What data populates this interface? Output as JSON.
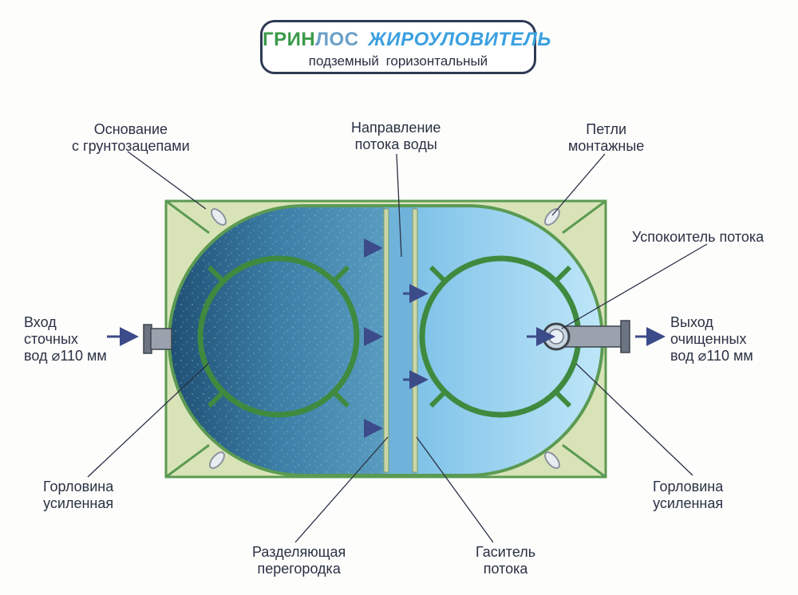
{
  "title": {
    "brand_part1": "ГРИН",
    "brand_part2": "ЛОС",
    "product": "ЖИРОУЛОВИТЕЛЬ",
    "subtitle": "подземный  горизонтальный"
  },
  "labels": {
    "base": [
      "Основание",
      "с грунтозацепами"
    ],
    "flow_direction": [
      "Направление",
      "потока воды"
    ],
    "mounting_loops": [
      "Петли",
      "монтажные"
    ],
    "flow_calmer": [
      "Успокоитель потока"
    ],
    "inlet": [
      "Вход",
      "сточных",
      "вод ⌀110 мм"
    ],
    "outlet": [
      "Выход",
      "очищенных",
      "вод ⌀110 мм"
    ],
    "neck_left": [
      "Горловина",
      "усиленная"
    ],
    "neck_right": [
      "Горловина",
      "усиленная"
    ],
    "partition": [
      "Разделяющая",
      "перегородка"
    ],
    "flow_damper": [
      "Гаситель",
      "потока"
    ]
  },
  "colors": {
    "frame": "#d9e3b8",
    "outline": "#5b9a52",
    "water_dirty": "#2f6d95",
    "water_clean": "#9fd6f2",
    "arrow": "#3c4b8a"
  },
  "icons": {
    "arrow": "arrow-icon",
    "pipe": "pipe-icon",
    "diameter": "diameter-icon"
  }
}
